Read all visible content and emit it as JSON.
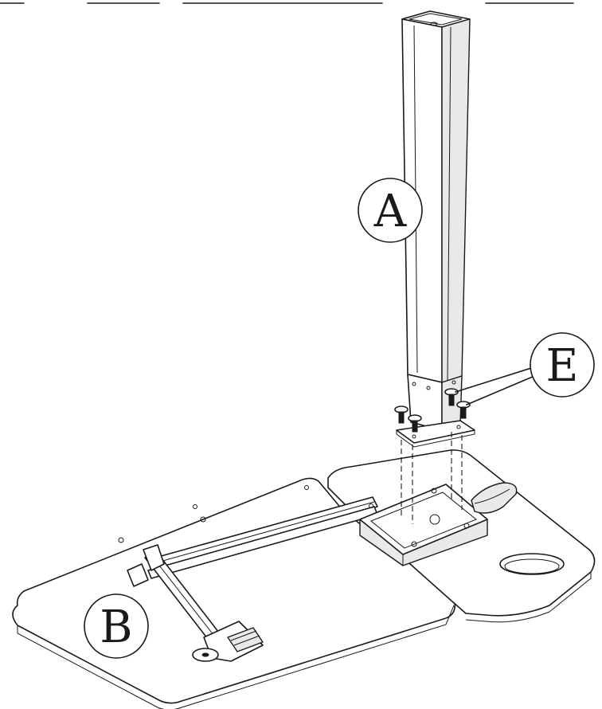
{
  "labels": {
    "a": "A",
    "b": "B",
    "e": "E"
  },
  "colors": {
    "line": "#1a1a1a",
    "background": "#ffffff",
    "shade": "#e9e9e9"
  }
}
